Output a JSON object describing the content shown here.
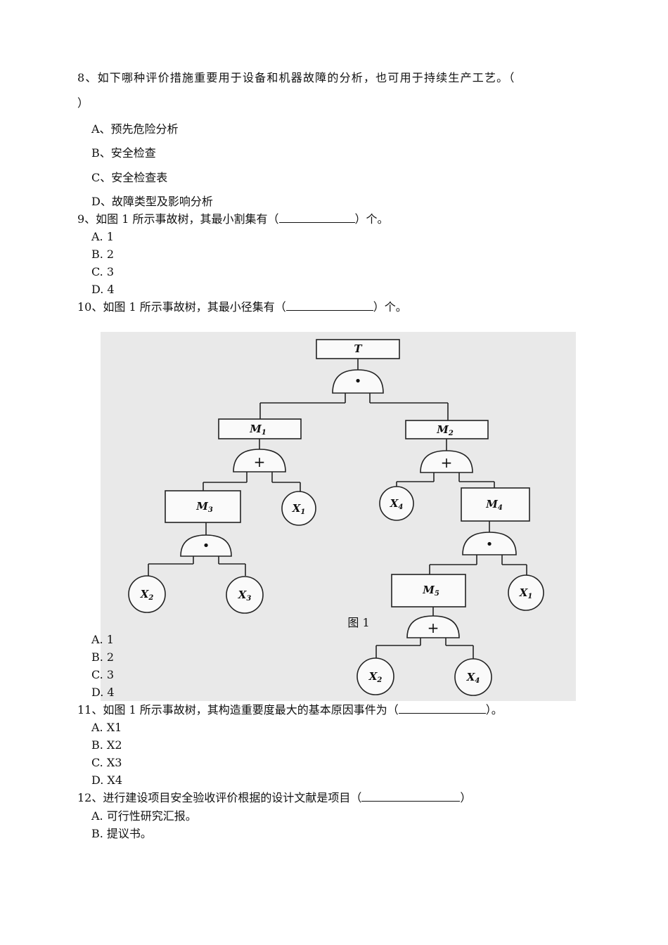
{
  "q8": {
    "stem": "8、如下哪种评价措施重要用于设备和机器故障的分析，也可用于持续生产工艺。（",
    "stem_close": "）",
    "options": [
      "A、预先危险分析",
      "B、安全检查",
      "C、安全检查表",
      "D、故障类型及影响分析"
    ]
  },
  "q9": {
    "stem_before": "9、如图 1 所示事故树，其最小割集有（",
    "stem_after": "）个。",
    "options": [
      "A. 1",
      "B. 2",
      "C. 3",
      "D. 4"
    ]
  },
  "q10": {
    "stem_before": "10、如图 1 所示事故树，其最小径集有（",
    "stem_after": "）个。",
    "options": [
      "A. 1",
      "B. 2",
      "C. 3",
      "D. 4"
    ]
  },
  "figure": {
    "caption": "图 1",
    "events": {
      "top": "T",
      "m1": "M",
      "m1_sub": "1",
      "m2": "M",
      "m2_sub": "2",
      "m3": "M",
      "m3_sub": "3",
      "m4": "M",
      "m4_sub": "4",
      "m5": "M",
      "m5_sub": "5",
      "x1a": "X",
      "x1a_sub": "1",
      "x2a": "X",
      "x2a_sub": "2",
      "x3": "X",
      "x3_sub": "3",
      "x4a": "X",
      "x4a_sub": "4",
      "x1b": "X",
      "x1b_sub": "1",
      "x2b": "X",
      "x2b_sub": "2",
      "x4b": "X",
      "x4b_sub": "4"
    },
    "gates": {
      "and_symbol": "•",
      "or_symbol": "+"
    }
  },
  "q11": {
    "stem_before": "11、如图 1 所示事故树，其构造重要度最大的基本原因事件为（",
    "stem_after": "）。",
    "options": [
      "A. X1",
      "B. X2",
      "C. X3",
      "D. X4"
    ]
  },
  "q12": {
    "stem_before": "12、进行建设项目安全验收评价根据的设计文献是项目（",
    "stem_after": "）",
    "options": [
      "A. 可行性研究汇报。",
      "B. 提议书。"
    ]
  }
}
